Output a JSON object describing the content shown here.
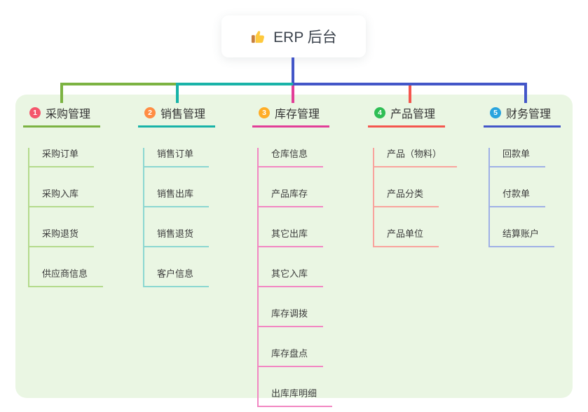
{
  "root": {
    "title": "ERP 后台",
    "icon": "thumbs-up"
  },
  "panel": {
    "background": "#eaf6e3"
  },
  "connector": {
    "trunk_color": "#4356c8"
  },
  "branches": [
    {
      "id": "1",
      "label": "采购管理",
      "color": "#7cb342",
      "light_color": "#b3da8b",
      "badge_color": "#f4566c",
      "items": [
        "采购订单",
        "采购入库",
        "采购退货",
        "供应商信息"
      ]
    },
    {
      "id": "2",
      "label": "销售管理",
      "color": "#18b3a8",
      "light_color": "#8bd7d1",
      "badge_color": "#ff8c43",
      "items": [
        "销售订单",
        "销售出库",
        "销售退货",
        "客户信息"
      ]
    },
    {
      "id": "3",
      "label": "库存管理",
      "color": "#e23e98",
      "light_color": "#f287c3",
      "badge_color": "#ffad26",
      "items": [
        "仓库信息",
        "产品库存",
        "其它出库",
        "其它入库",
        "库存调拨",
        "库存盘点",
        "出库库明细"
      ]
    },
    {
      "id": "4",
      "label": "产品管理",
      "color": "#f4564e",
      "light_color": "#f9a39d",
      "badge_color": "#2ebe54",
      "items": [
        "产品（物料）",
        "产品分类",
        "产品单位"
      ]
    },
    {
      "id": "5",
      "label": "财务管理",
      "color": "#4356c8",
      "light_color": "#9fb0e6",
      "badge_color": "#29a4de",
      "items": [
        "回款单",
        "付款单",
        "结算账户"
      ]
    }
  ]
}
